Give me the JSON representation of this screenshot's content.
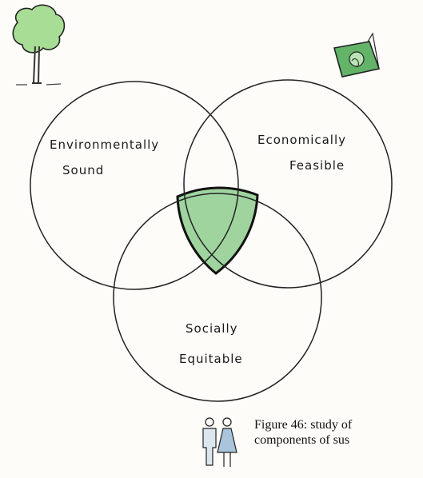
{
  "diagram": {
    "circles": [
      {
        "id": "environmental",
        "label_lines": [
          "Environmentally",
          "Sound"
        ]
      },
      {
        "id": "economic",
        "label_lines": [
          "Economically",
          "Feasible"
        ]
      },
      {
        "id": "social",
        "label_lines": [
          "Socially",
          "Equitable"
        ]
      }
    ],
    "colors": {
      "overlap_fill": "#9fd49f",
      "tree_foliage": "#a8dd95",
      "money_fill": "#63b368",
      "figures_fill": "#a9c4dc",
      "stroke": "#1a1a1a"
    },
    "icons": [
      "tree-icon",
      "money-icon",
      "people-icon"
    ]
  },
  "caption": {
    "line1": "Figure 46: study of",
    "line2": "components of sus"
  }
}
